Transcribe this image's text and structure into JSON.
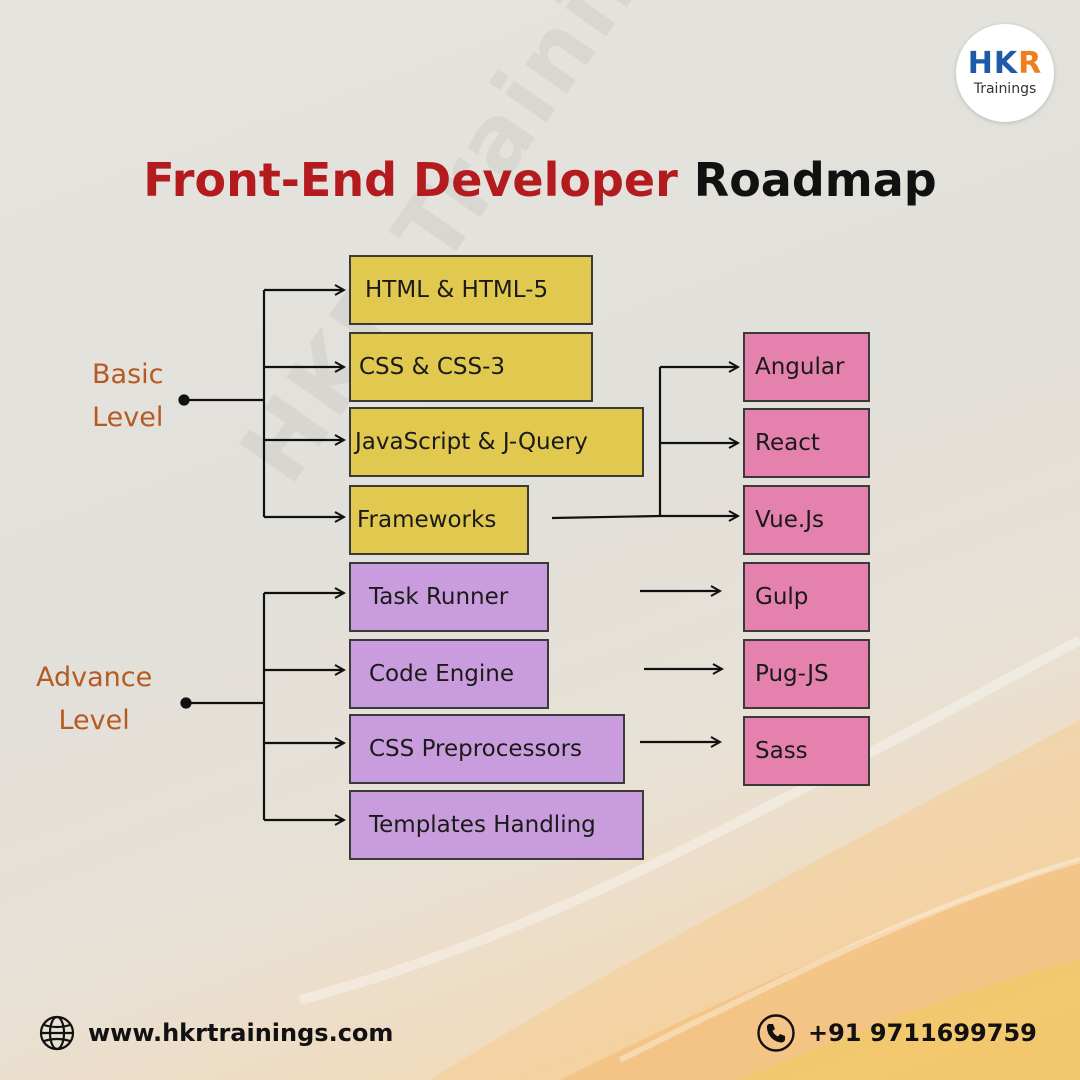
{
  "brand": {
    "logo_main_a": "HK",
    "logo_main_b": "R",
    "logo_sub": "Trainings",
    "watermark": "HKR Trainings"
  },
  "title": {
    "part1": "Front-End Developer",
    "part2": "Roadmap"
  },
  "levels": {
    "basic": [
      "Basic",
      "Level"
    ],
    "advance": [
      "Advance",
      "Level"
    ]
  },
  "basic_items": [
    "HTML & HTML-5",
    "CSS & CSS-3",
    "JavaScript & J-Query",
    "Frameworks"
  ],
  "frameworks": [
    "Angular",
    "React",
    "Vue.Js"
  ],
  "advance_items": [
    "Task Runner",
    "Code Engine",
    "CSS Preprocessors",
    "Templates Handling"
  ],
  "advance_tools": [
    "Gulp",
    "Pug-JS",
    "Sass"
  ],
  "footer": {
    "website": "www.hkrtrainings.com",
    "phone": "+91 9711699759"
  },
  "colors": {
    "title_red": "#b31b1f",
    "level_orange": "#b55a23",
    "basic_box": "#e0c94e",
    "advance_box": "#c99ddd",
    "tool_box": "#e481ac",
    "logo_blue": "#1d5aa8",
    "logo_orange": "#ef7f1a"
  },
  "icons": {
    "website": "globe-icon",
    "phone": "phone-icon"
  }
}
